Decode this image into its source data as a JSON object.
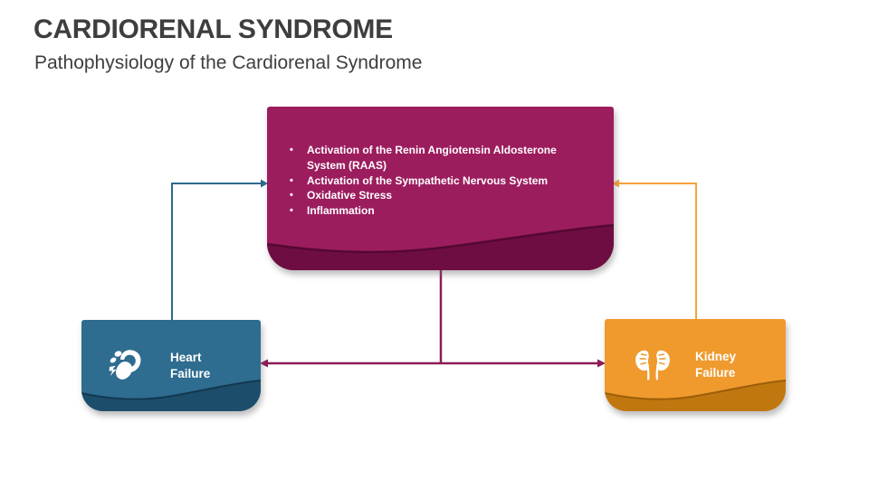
{
  "header": {
    "title": "CARDIORENAL SYNDROME",
    "subtitle": "Pathophysiology of the Cardiorenal Syndrome"
  },
  "pathway_box": {
    "bullets": [
      "Activation of the Renin Angiotensin Aldosterone System (RAAS)",
      "Activation of the Sympathetic Nervous System",
      "Oxidative Stress",
      "Inflammation"
    ]
  },
  "heart_box": {
    "label_line1": "Heart",
    "label_line2": "Failure",
    "icon": "heart-icon"
  },
  "kidney_box": {
    "label_line1": "Kidney",
    "label_line2": "Failure",
    "icon": "kidneys-icon"
  },
  "colors": {
    "title_text": "#3e3e3e",
    "pathway_box": "#9c1d5e",
    "pathway_box_wave": "#6e0d42",
    "heart_box": "#2e6c90",
    "heart_box_wave": "#1c4e6b",
    "kidney_box": "#f09a2e",
    "kidney_box_wave": "#c1770f",
    "connector_heart": "#2a6b8f",
    "connector_kidney": "#f5a23b",
    "connector_center": "#8e1a56",
    "box_text": "#ffffff"
  }
}
